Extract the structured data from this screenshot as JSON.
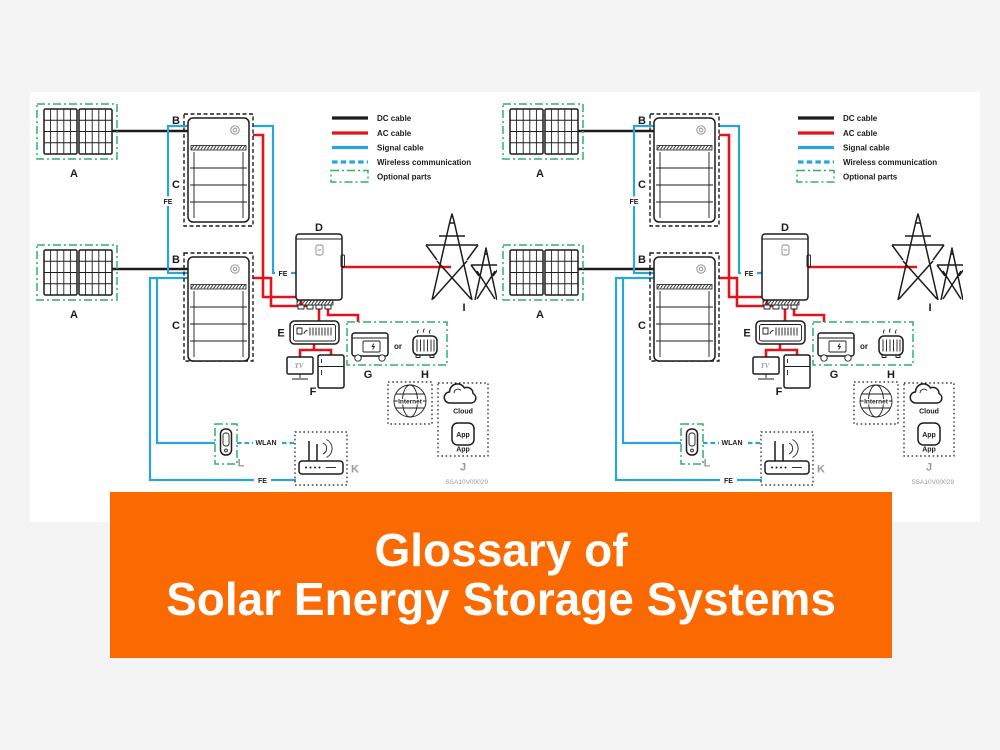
{
  "page": {
    "background": "#f4f4f5",
    "panel_background": "#ffffff"
  },
  "banner": {
    "background": "#fb6a00",
    "text_color": "#ffffff",
    "line1": "Glossary of",
    "line2": "Solar Energy Storage Systems"
  },
  "diagram": {
    "drawing_code": "SSA10V00029",
    "colors": {
      "dc_cable": "#1c1c1c",
      "ac_cable": "#e2131c",
      "signal_cable": "#2aa5dc",
      "optional_parts": "#2eb26b",
      "muted_label": "#9b9b9b"
    },
    "legend": {
      "items": [
        {
          "label": "DC cable",
          "style": "solid-black"
        },
        {
          "label": "AC cable",
          "style": "solid-red"
        },
        {
          "label": "Signal cable",
          "style": "solid-blue"
        },
        {
          "label": "Wireless communication",
          "style": "dashed-blue"
        },
        {
          "label": "Optional parts",
          "style": "dashdot-green-box"
        }
      ]
    },
    "labels": {
      "solar_array": "A",
      "battery_power_module": "B",
      "battery_stack": "C",
      "inverter": "D",
      "distribution_box": "E",
      "household_loads": "F",
      "portable_generator": "G",
      "stationary_generator": "H",
      "power_grid": "I",
      "cloud_app_group": "J",
      "router": "K",
      "wifi_dongle": "L",
      "fe_port": "FE",
      "wlan": "WLAN",
      "or_text": "or",
      "internet": "Internet",
      "cloud": "Cloud",
      "app_icon_text": "App",
      "app_caption": "App",
      "tv_text": "TV"
    },
    "icons": [
      "solar-panel-icon",
      "battery-stack-icon",
      "inverter-icon",
      "power-grid-tower-icon",
      "distribution-box-icon",
      "tv-icon",
      "refrigerator-icon",
      "portable-generator-icon",
      "stationary-generator-icon",
      "internet-globe-icon",
      "cloud-icon",
      "app-icon",
      "wifi-router-icon",
      "wifi-dongle-icon"
    ]
  }
}
